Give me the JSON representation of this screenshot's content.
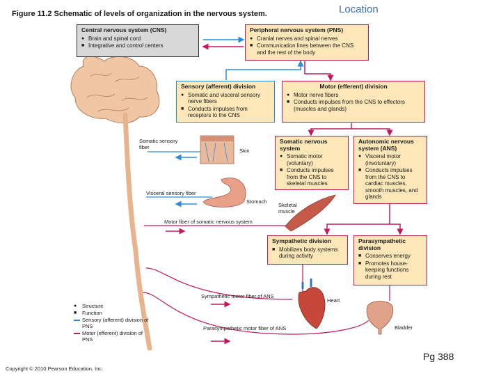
{
  "header": {
    "figure_title": "Figure 11.2  Schematic of levels of organization in the nervous system.",
    "location": "Location"
  },
  "cns": {
    "title": "Central nervous system (CNS)",
    "items": [
      "Brain and spinal cord",
      "Integrative and control centers"
    ]
  },
  "pns": {
    "title": "Peripheral nervous system (PNS)",
    "items": [
      "Cranial nerves and spinal nerves",
      "Communication lines between the CNS and the rest of the body"
    ]
  },
  "sensory": {
    "title": "Sensory (afferent) division",
    "items": [
      "Somatic and visceral sensory nerve fibers",
      "Conducts impulses from receptors to the CNS"
    ]
  },
  "motor": {
    "title": "Motor (efferent) division",
    "items": [
      "Motor nerve fibers",
      "Conducts impulses from the CNS to effectors (muscles and glands)"
    ]
  },
  "somatic": {
    "title": "Somatic nervous system",
    "items": [
      "Somatic motor (voluntary)",
      "Conducts impulses from the CNS to skeletal muscles"
    ]
  },
  "autonomic": {
    "title": "Autonomic nervous system (ANS)",
    "items": [
      "Visceral motor (involuntary)",
      "Conducts impulses from the CNS to cardiac muscles, smooth muscles, and glands"
    ]
  },
  "sympathetic": {
    "title": "Sympathetic division",
    "items": [
      "Mobilizes body systems during activity"
    ]
  },
  "parasympathetic": {
    "title": "Parasympathetic division",
    "items": [
      "Conserves energy",
      "Promotes house-keeping functions during rest"
    ]
  },
  "labels": {
    "somatic_sensory_fiber": "Somatic sensory fiber",
    "skin": "Skin",
    "visceral_sensory_fiber": "Visceral sensory fiber",
    "stomach": "Stomach",
    "skeletal_muscle": "Skeletal muscle",
    "motor_fiber_somatic": "Motor fiber of somatic nervous system",
    "sympathetic_motor_fiber": "Sympathetic motor fiber of ANS",
    "heart": "Heart",
    "parasympathetic_motor_fiber": "Parasympathetic motor fiber of ANS",
    "bladder": "Bladder"
  },
  "legend": {
    "structure": "Structure",
    "function": "Function",
    "sensory": "Sensory (afferent) division of PNS",
    "motor": "Motor (efferent) division of PNS"
  },
  "colors": {
    "sensory": "#2b8bd6",
    "motor": "#c2185b",
    "box_fill": "#fde7b8"
  },
  "footer": {
    "copyright": "Copyright © 2010 Pearson Education, Inc.",
    "page": "Pg 388"
  }
}
